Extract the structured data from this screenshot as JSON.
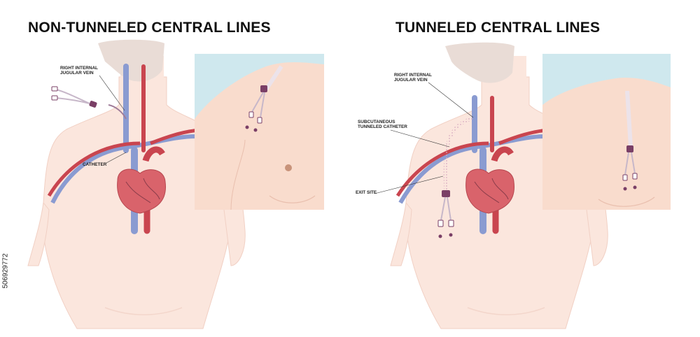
{
  "left_panel": {
    "title": "NON-TUNNELED CENTRAL LINES",
    "labels": {
      "jugular_vein": "RIGHT INTERNAL\nJUGULAR VEIN",
      "catheter": "CATHETER"
    }
  },
  "right_panel": {
    "title": "TUNNELED CENTRAL LINES",
    "labels": {
      "jugular_vein": "RIGHT INTERNAL\nJUGULAR VEIN",
      "subcutaneous_catheter": "SUBCUTANEOUS\nTUNNELED CATHETER",
      "exit_site": "EXIT SITE"
    }
  },
  "stock_id": "506929772",
  "colors": {
    "skin_body": "#fbe6dd",
    "skin_head": "#e9dcd6",
    "inset_skin": "#f9dccd",
    "inset_bg": "#cfe8ee",
    "vein": "#8a9bd1",
    "artery": "#c9454f",
    "heart": "#d9636b",
    "catheter_hub": "#7a3f66"
  }
}
